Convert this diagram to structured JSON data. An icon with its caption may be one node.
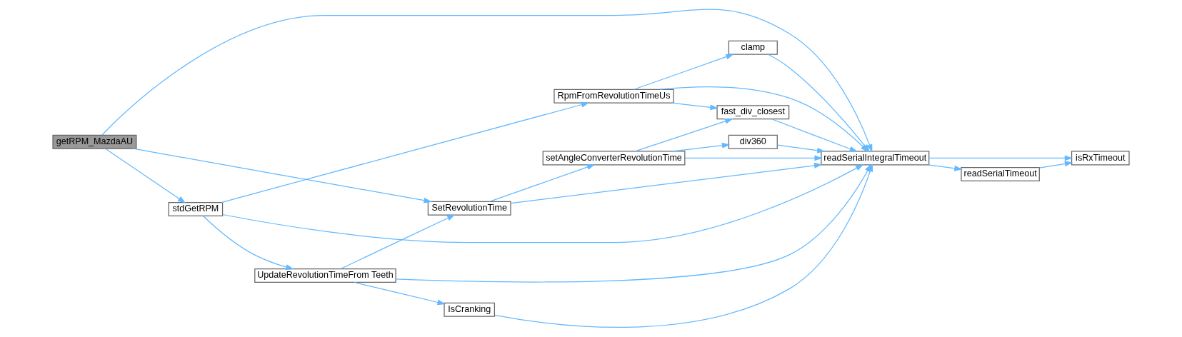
{
  "diagram": {
    "nodes": [
      {
        "text": [
          "getRPM_MazdaAU"
        ]
      },
      {
        "text": [
          "SetRevolutionTime"
        ]
      },
      {
        "text": [
          "stdGetRPM"
        ]
      },
      {
        "text": [
          "UpdateRevolutionTimeFrom Teeth"
        ]
      },
      {
        "text": [
          "setAngleConverterRevolutionTime"
        ]
      },
      {
        "text": [
          "div360"
        ]
      },
      {
        "text": [
          "fast_div_closest"
        ]
      },
      {
        "text": [
          "readSerialIntegralTimeout"
        ]
      },
      {
        "text": [
          "IsCranking"
        ]
      },
      {
        "text": [
          "RpmFromRevolutionTimeUs"
        ]
      },
      {
        "text": [
          "clamp"
        ]
      },
      {
        "text": [
          "readSerialTimeout"
        ]
      },
      {
        "text": [
          "isRxTimeout"
        ]
      }
    ],
    "edges": [
      {
        "from": 0,
        "to": 7,
        "arrow": "to"
      },
      {
        "from": 0,
        "to": 1,
        "arrow": "to"
      },
      {
        "from": 0,
        "to": 2,
        "arrow": "to"
      },
      {
        "from": 1,
        "to": 7,
        "arrow": "to"
      },
      {
        "from": 1,
        "to": 4,
        "arrow": "to"
      },
      {
        "from": 4,
        "to": 5,
        "arrow": "to"
      },
      {
        "from": 4,
        "to": 7,
        "arrow": "to"
      },
      {
        "from": 4,
        "to": 6,
        "arrow": "to"
      },
      {
        "from": 5,
        "to": 7,
        "arrow": "to"
      },
      {
        "from": 6,
        "to": 7,
        "arrow": "to"
      },
      {
        "from": 2,
        "to": 3,
        "arrow": "to"
      },
      {
        "from": 2,
        "to": 9,
        "arrow": "to"
      },
      {
        "from": 2,
        "to": 7,
        "arrow": "to"
      },
      {
        "from": 3,
        "to": 1,
        "arrow": "to"
      },
      {
        "from": 3,
        "to": 7,
        "arrow": "to"
      },
      {
        "from": 3,
        "to": 8,
        "arrow": "to"
      },
      {
        "from": 8,
        "to": 7,
        "arrow": "to"
      },
      {
        "from": 9,
        "to": 6,
        "arrow": "to"
      },
      {
        "from": 9,
        "to": 10,
        "arrow": "to"
      },
      {
        "from": 9,
        "to": 7,
        "arrow": "to"
      },
      {
        "from": 10,
        "to": 7,
        "arrow": "to"
      },
      {
        "from": 7,
        "to": 12,
        "arrow": "to"
      },
      {
        "from": 7,
        "to": 11,
        "arrow": "to"
      },
      {
        "from": 11,
        "to": 12,
        "arrow": "to"
      }
    ]
  }
}
